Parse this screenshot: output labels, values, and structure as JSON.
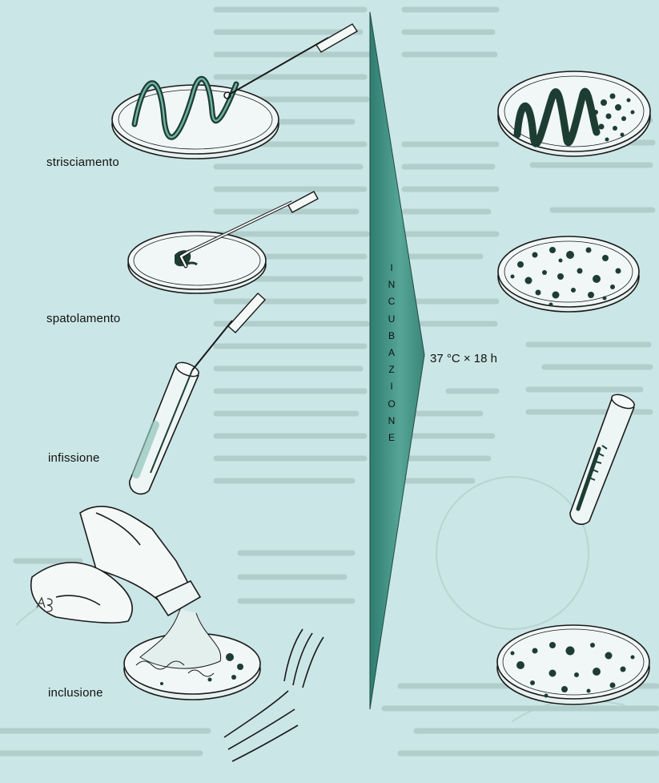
{
  "labels": {
    "streaking": "strisciamento",
    "spreading": "spatolamento",
    "stab": "infissione",
    "pour_plate": "inclusione"
  },
  "incubation": {
    "letters": [
      "I",
      "N",
      "C",
      "U",
      "B",
      "A",
      "Z",
      "I",
      "O",
      "N",
      "E"
    ],
    "condition": "37 °C × 18 h"
  },
  "colors": {
    "background": "#cbe6e6",
    "arrow": "#3f8f84",
    "ink": "#111111",
    "colony": "#1b3f34"
  }
}
